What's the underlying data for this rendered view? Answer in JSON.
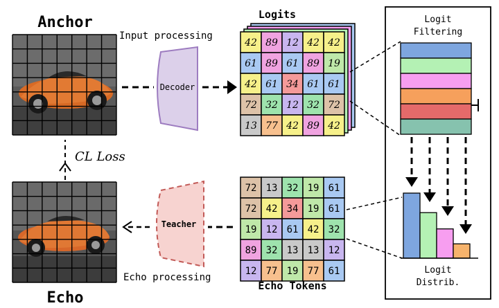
{
  "anchor": {
    "title": "Anchor"
  },
  "echo": {
    "title": "Echo"
  },
  "labels": {
    "input_processing": "Input processing",
    "echo_processing": "Echo processing",
    "cl_loss": "CL Loss",
    "decoder": "Decoder",
    "teacher": "Teacher",
    "logits": "Logits",
    "echo_tokens": "Echo Tokens",
    "logit_filtering": [
      "Logit",
      "Filtering"
    ],
    "logit_distrib": [
      "Logit",
      "Distrib."
    ]
  },
  "logits_grid": [
    [
      "42",
      "89",
      "12",
      "42",
      "42"
    ],
    [
      "61",
      "89",
      "61",
      "89",
      "19"
    ],
    [
      "42",
      "61",
      "34",
      "61",
      "61"
    ],
    [
      "72",
      "32",
      "12",
      "32",
      "72"
    ],
    [
      "13",
      "77",
      "42",
      "89",
      "42"
    ]
  ],
  "echo_tokens_grid": [
    [
      "72",
      "13",
      "32",
      "19",
      "61"
    ],
    [
      "72",
      "42",
      "34",
      "19",
      "61"
    ],
    [
      "19",
      "12",
      "61",
      "42",
      "32"
    ],
    [
      "89",
      "32",
      "13",
      "13",
      "12"
    ],
    [
      "12",
      "77",
      "19",
      "77",
      "61"
    ]
  ],
  "token_colors": {
    "42": "#f6f08a",
    "89": "#f0a3e0",
    "12": "#c8b6ef",
    "61": "#a9c9f2",
    "19": "#bfe8a9",
    "34": "#f49a9a",
    "72": "#ddc2a8",
    "32": "#9ee3ad",
    "13": "#c9c9c9",
    "77": "#f7c08e"
  },
  "filter_bar_colors": [
    "#7ea6df",
    "#b4f1b4",
    "#f79ef0",
    "#f6a05c",
    "#e56a6a",
    "#86c2ae"
  ],
  "distribution": {
    "levels": [
      1.0,
      0.7,
      0.45,
      0.22
    ],
    "colors": [
      "#7ea6df",
      "#b4f1b4",
      "#f79ef0",
      "#f6b36c"
    ]
  },
  "colors": {
    "decoder_fill": "#dcd0ea",
    "decoder_stroke": "#9d7cc0",
    "teacher_fill": "#f7d3d0",
    "teacher_stroke": "#c25a57"
  }
}
